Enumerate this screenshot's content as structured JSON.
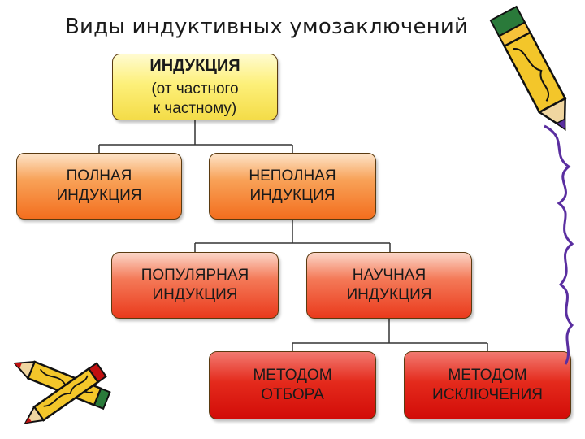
{
  "title": "Виды индуктивных умозаключений",
  "nodes": {
    "root": {
      "line1": "ИНДУКЦИЯ",
      "line2": "(от частного",
      "line3": "к частному)"
    },
    "full": {
      "line1": "ПОЛНАЯ",
      "line2": "ИНДУКЦИЯ"
    },
    "incomplete": {
      "line1": "НЕПОЛНАЯ",
      "line2": "ИНДУКЦИЯ"
    },
    "popular": {
      "line1": "ПОПУЛЯРНАЯ",
      "line2": "ИНДУКЦИЯ"
    },
    "scientific": {
      "line1": "НАУЧНАЯ",
      "line2": "ИНДУКЦИЯ"
    },
    "selection": {
      "line1": "МЕТОДОМ",
      "line2": "ОТБОРА"
    },
    "exclusion": {
      "line1": "МЕТОДОМ",
      "line2": "ИСКЛЮЧЕНИЯ"
    }
  },
  "colors": {
    "root": "#fdf07a",
    "level1": "#f36e1e",
    "level2": "#ea3a1c",
    "level3": "#d20c08",
    "connector": "#333333"
  },
  "decorations": [
    "pencil-icon",
    "pencils-icon",
    "squiggle-line"
  ]
}
